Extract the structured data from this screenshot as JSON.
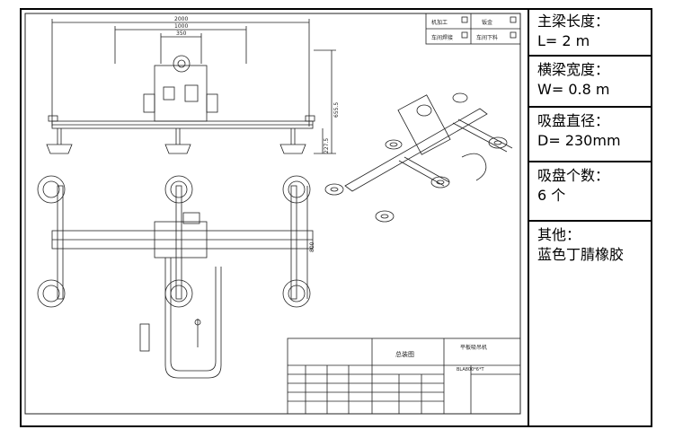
{
  "drawing": {
    "dimensions": {
      "overall_length": "2000",
      "mid_length": "1000",
      "inner_length": "350",
      "overall_height": "655.5",
      "lower_height": "227.5",
      "beam_width": "800"
    },
    "title_block": {
      "top_right_labels": [
        "机加工",
        "钣金",
        "车间焊接",
        "车间下料"
      ],
      "name": "总装图",
      "product": "平板吸吊机",
      "model": "BLA800*6*T"
    }
  },
  "specs": {
    "main_beam_length": {
      "label": "主梁长度：",
      "value": "L=  2 m"
    },
    "cross_beam_width": {
      "label": "横梁宽度：",
      "value": "W=  0.8 m"
    },
    "cup_diameter": {
      "label": "吸盘直径：",
      "value": "D=  230mm"
    },
    "cup_count": {
      "label": "吸盘个数：",
      "value": "6 个"
    },
    "other": {
      "label": "其他：",
      "value": "蓝色丁腈橡胶"
    }
  }
}
